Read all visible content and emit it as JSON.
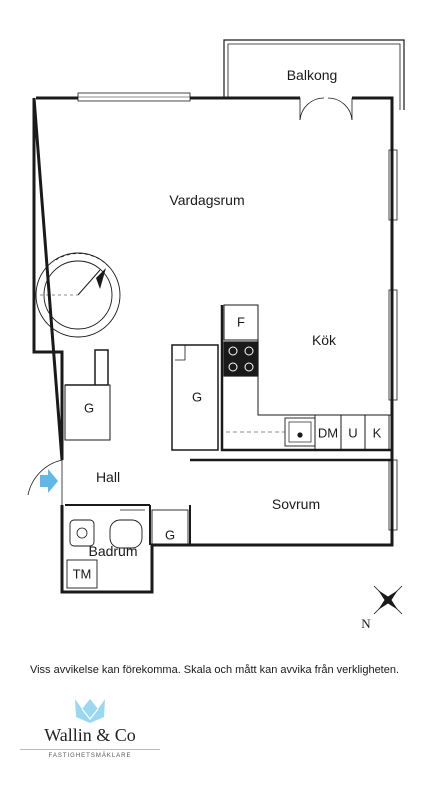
{
  "rooms": {
    "balkong": "Balkong",
    "vardagsrum": "Vardagsrum",
    "kok": "Kök",
    "hall": "Hall",
    "sovrum": "Sovrum",
    "badrum": "Badrum"
  },
  "fixtures": {
    "f": "F",
    "dm": "DM",
    "u": "U",
    "k": "K",
    "g_hall": "G",
    "g_mid": "G",
    "g_bath": "G",
    "tm": "TM"
  },
  "compass": {
    "north": "N"
  },
  "disclaimer": "Viss avvikelse kan förekomma. Skala och mått kan avvika från verkligheten.",
  "logo": {
    "name": "Wallin & Co",
    "subtitle": "FASTIGHETSMÄKLARE",
    "color": "#8fd3ee"
  },
  "colors": {
    "wall": "#1a1a1a",
    "door_arrow": "#5fb8e6",
    "logo_accent": "#8fd3ee"
  }
}
